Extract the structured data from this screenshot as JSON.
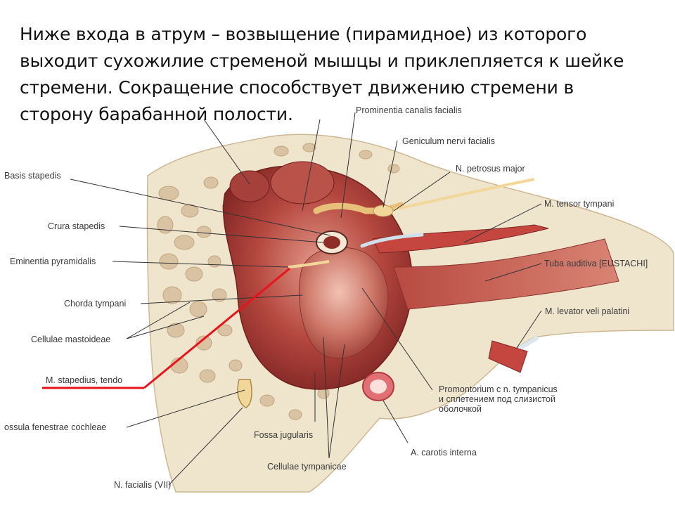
{
  "caption": {
    "lines": [
      "Ниже входа в атрум – возвыщение (пирамидное) из которого",
      "выходит сухожилие стременой мышцы и приклепляется к шейке",
      "стремени. Сокращение способствует движению стремени в",
      "сторону барабанной полости."
    ]
  },
  "labels": {
    "prominentia_canalis_facialis": "Prominentia canalis facialis",
    "geniculum_nervi_facialis": "Geniculum nervi facialis",
    "n_petrosus_major": "N. petrosus major",
    "basis_stapedis": "Basis stapedis",
    "m_tensor_tympani": "M. tensor tympani",
    "crura_stapedis": "Crura stapedis",
    "tuba_auditiva": "Tuba auditiva [EUSTACHI]",
    "eminentia_pyramidalis": "Eminentia pyramidalis",
    "chorda_tympani": "Chorda tympani",
    "m_levator_veli_palatini": "M. levator veli palatini",
    "cellulae_mastoideae": "Cellulae mastoideae",
    "m_stapedius_tendo": "M. stapedius, tendo",
    "promontorium_line1": "Promontorium с n. tympanicus",
    "promontorium_line2": "и сплетением под слизистой",
    "promontorium_line3": "оболочкой",
    "ossula_fenestrae_cochleae": "ossula fenestrae cochleae",
    "fossa_jugularis": "Fossa jugularis",
    "a_carotis_interna": "A. carotis interna",
    "cellulae_tympanicae": "Cellulae tympanicae",
    "n_facialis": "N. facialis (VII)"
  },
  "colors": {
    "highlight_line": "#e8141c",
    "bone": "#efe4cc",
    "bone_hole": "#d9c3a3",
    "cavity": "#a53a36",
    "mucosa": "#c96a5e",
    "nerve": "#f1d79a",
    "leader": "#333333"
  }
}
